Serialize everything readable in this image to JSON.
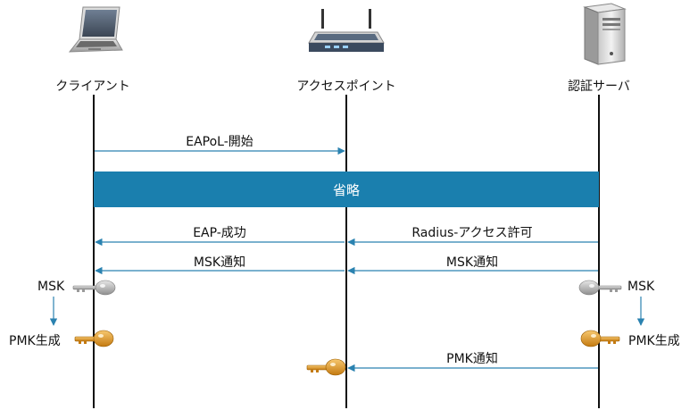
{
  "colors": {
    "lifeline": "#111111",
    "arrow": "#2a82b0",
    "band": "#1a7fae",
    "band_text": "#ffffff",
    "key_gray": "#a9a9a9",
    "key_gold": "#e09a2a"
  },
  "participants": {
    "client": {
      "label": "クライアント",
      "icon": "laptop-icon"
    },
    "ap": {
      "label": "アクセスポイント",
      "icon": "router-icon"
    },
    "server": {
      "label": "認証サーバ",
      "icon": "server-icon"
    }
  },
  "band": {
    "label": "省略"
  },
  "messages": {
    "m1": {
      "label": "EAPoL-開始"
    },
    "m2": {
      "label": "EAP-成功"
    },
    "m3": {
      "label": "Radius-アクセス許可"
    },
    "m4": {
      "label": "MSK通知"
    },
    "m5": {
      "label": "MSK通知"
    },
    "m6": {
      "label": "PMK通知"
    }
  },
  "keys": {
    "client_msk": {
      "label": "MSK",
      "icon": "key-icon"
    },
    "client_pmk": {
      "label": "PMK生成",
      "icon": "key-icon"
    },
    "server_msk": {
      "label": "MSK",
      "icon": "key-icon"
    },
    "server_pmk": {
      "label": "PMK生成",
      "icon": "key-icon"
    },
    "ap_pmk": {
      "icon": "key-icon"
    }
  }
}
